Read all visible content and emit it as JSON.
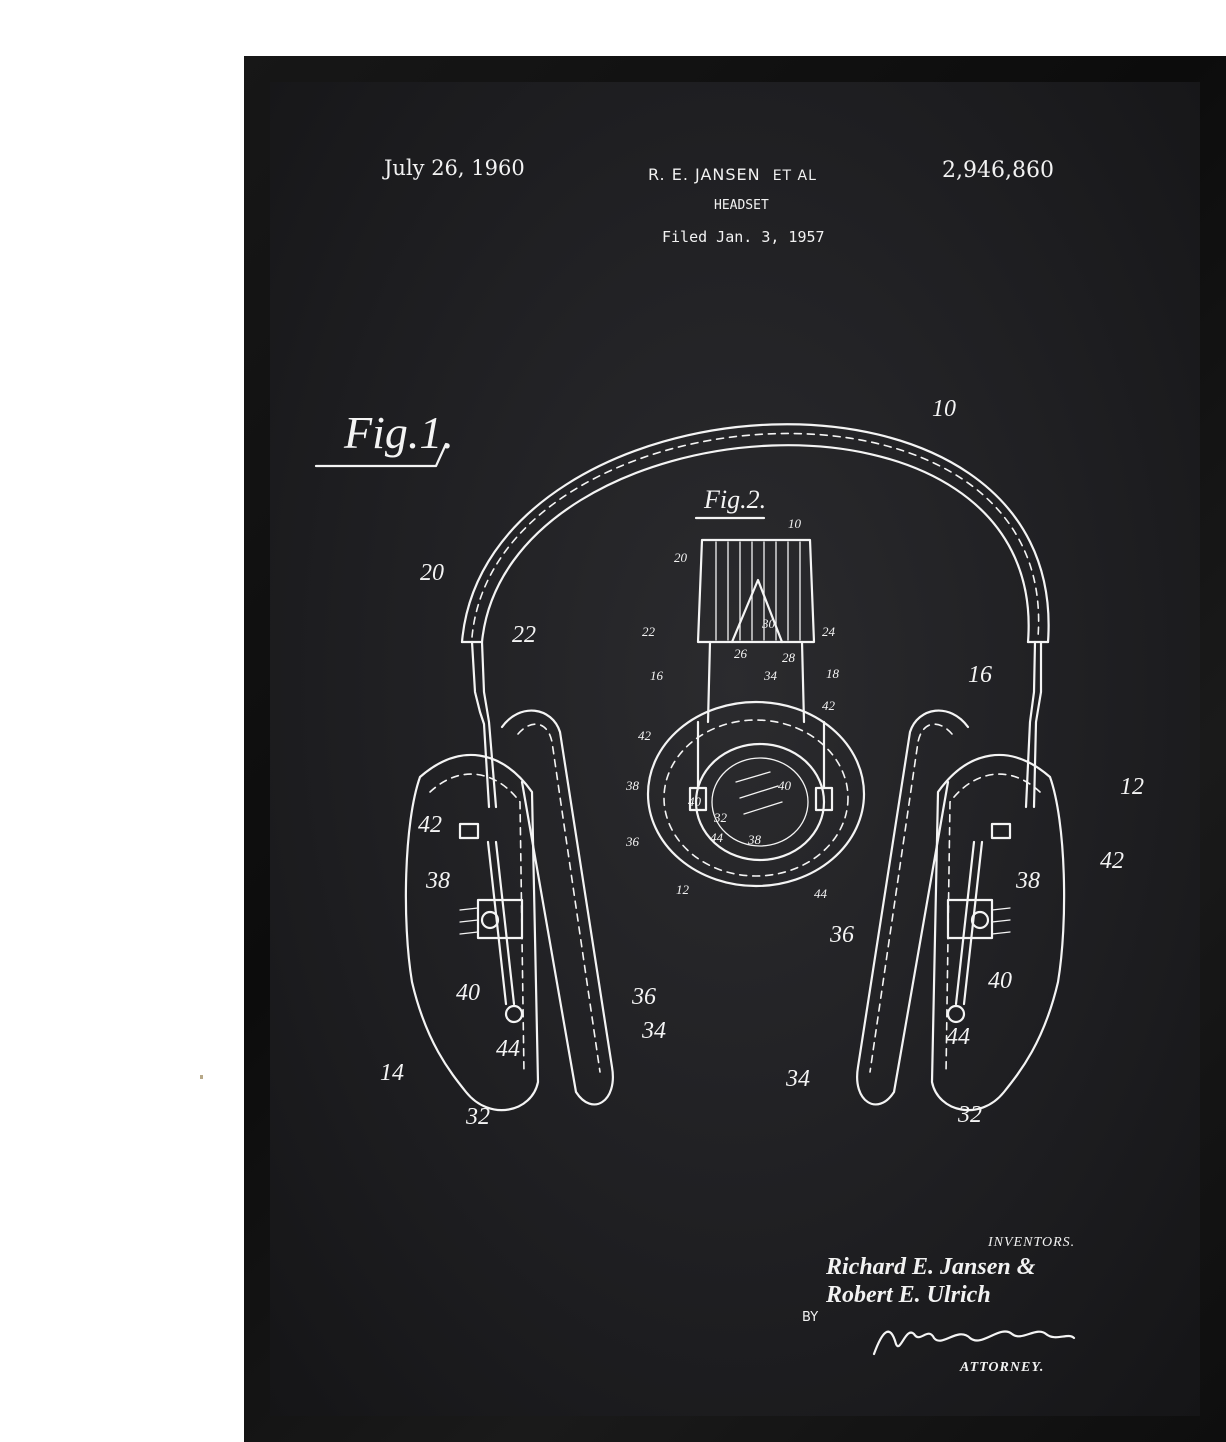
{
  "header": {
    "date": "July 26, 1960",
    "inventor_line": "R. E. JANSEN",
    "et_al": "ET AL",
    "patent_number": "2,946,860",
    "title": "HEADSET",
    "filed": "Filed Jan. 3, 1957"
  },
  "figures": {
    "fig1": "Fig.1.",
    "fig2": "Fig.2."
  },
  "fig1_labels": [
    "10",
    "20",
    "22",
    "16",
    "12",
    "42",
    "38",
    "40",
    "36",
    "34",
    "44",
    "14",
    "32",
    "42",
    "38",
    "40",
    "36",
    "34",
    "44",
    "32"
  ],
  "fig2_labels": [
    "10",
    "20",
    "22",
    "30",
    "24",
    "26",
    "28",
    "16",
    "18",
    "34",
    "42",
    "42",
    "38",
    "40",
    "40",
    "32",
    "38",
    "36",
    "44",
    "12",
    "44"
  ],
  "footer": {
    "inventors_heading": "INVENTORS.",
    "inventor_1": "Richard E. Jansen &",
    "inventor_2": "Robert E. Ulrich",
    "by": "BY",
    "attorney": "ATTORNEY."
  },
  "colors": {
    "board": "#1f1f22",
    "frame": "#111111",
    "ink": "#f4f4f4"
  }
}
